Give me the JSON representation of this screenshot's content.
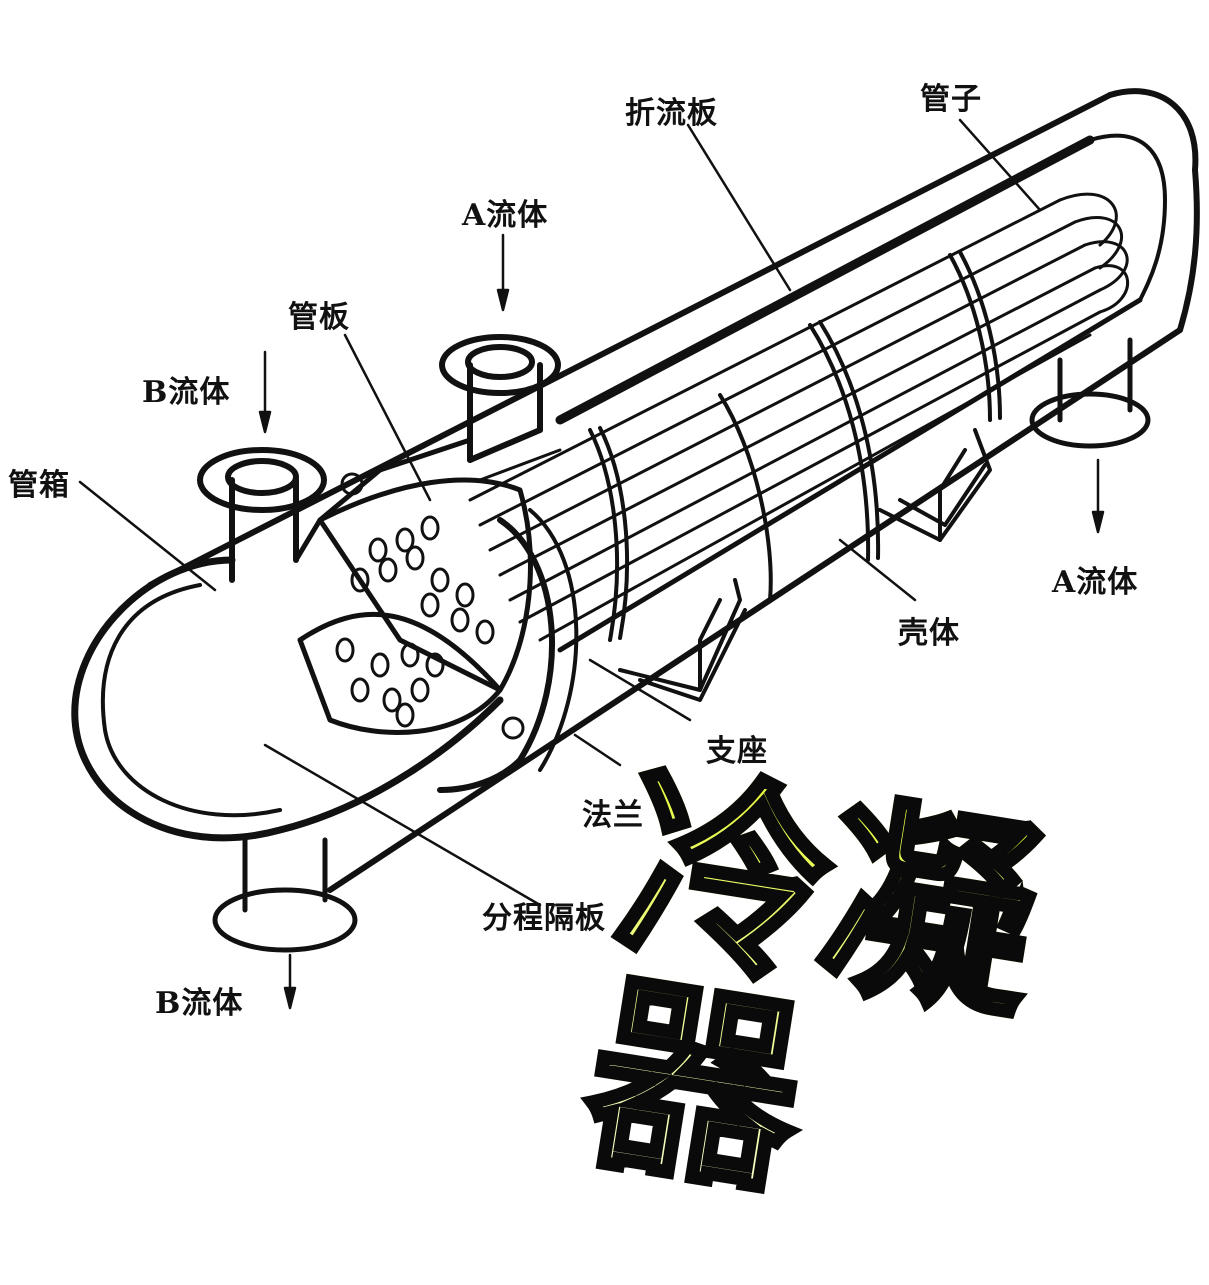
{
  "title": "冷凝器",
  "colors": {
    "line": "#111111",
    "background": "#ffffff",
    "title_fill_top": "#e6fb3c",
    "title_fill_bottom": "#f8feca",
    "title_stroke": "#0a0a0a"
  },
  "labels": {
    "baffle": "折流板",
    "tubes": "管子",
    "fluid_a_in": "A流体",
    "tube_sheet": "管板",
    "fluid_b_in": "B流体",
    "channel": "管箱",
    "fluid_a_out": "A流体",
    "shell": "壳体",
    "support": "支座",
    "flange": "法兰",
    "pass_partition": "分程隔板",
    "fluid_b_out": "B流体"
  },
  "icons": {
    "flow_arrow": "arrow-down-icon"
  }
}
